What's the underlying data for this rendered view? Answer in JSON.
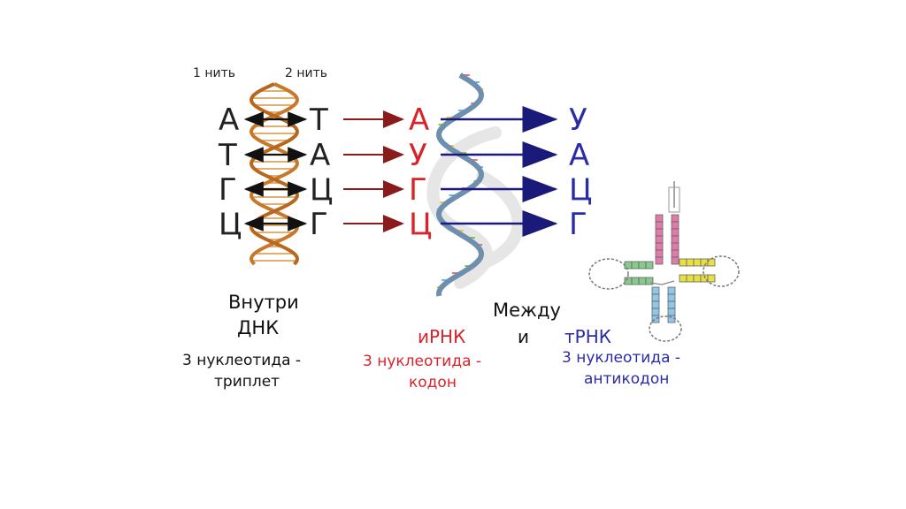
{
  "colors": {
    "dna_letters": "#222222",
    "mrna": "#d8232a",
    "trna": "#2b2ba8",
    "dna_helix": "#c8782a",
    "mrna_helix": "#7a9ab8",
    "dark_red_arrow": "#8b1a1a",
    "navy_arrow": "#1a1a7a"
  },
  "labels": {
    "strand1": "1 нить",
    "strand2": "2 нить",
    "inside": "Внутри",
    "dna": "ДНК",
    "between": "Между",
    "and": "и",
    "mrna": "иРНК",
    "trna": "тРНК",
    "dna_desc_1": "3 нуклеотида -",
    "dna_desc_2": "триплет",
    "mrna_desc_1": "3 нуклеотида -",
    "mrna_desc_2": "кодон",
    "trna_desc_1": "3 нуклеотида -",
    "trna_desc_2": "антикодон"
  },
  "rows": [
    {
      "left": "А",
      "right": "Т",
      "mrna": "А",
      "trna": "У"
    },
    {
      "left": "Т",
      "right": "А",
      "mrna": "У",
      "trna": "А"
    },
    {
      "left": "Г",
      "right": "Ц",
      "mrna": "Г",
      "trna": "Ц"
    },
    {
      "left": "Ц",
      "right": "Г",
      "mrna": "Ц",
      "trna": "Г"
    }
  ],
  "icons": {
    "dna_helix": "double-helix-icon",
    "mrna_strand": "single-helix-icon",
    "trna_structure": "cloverleaf-trna-icon"
  }
}
